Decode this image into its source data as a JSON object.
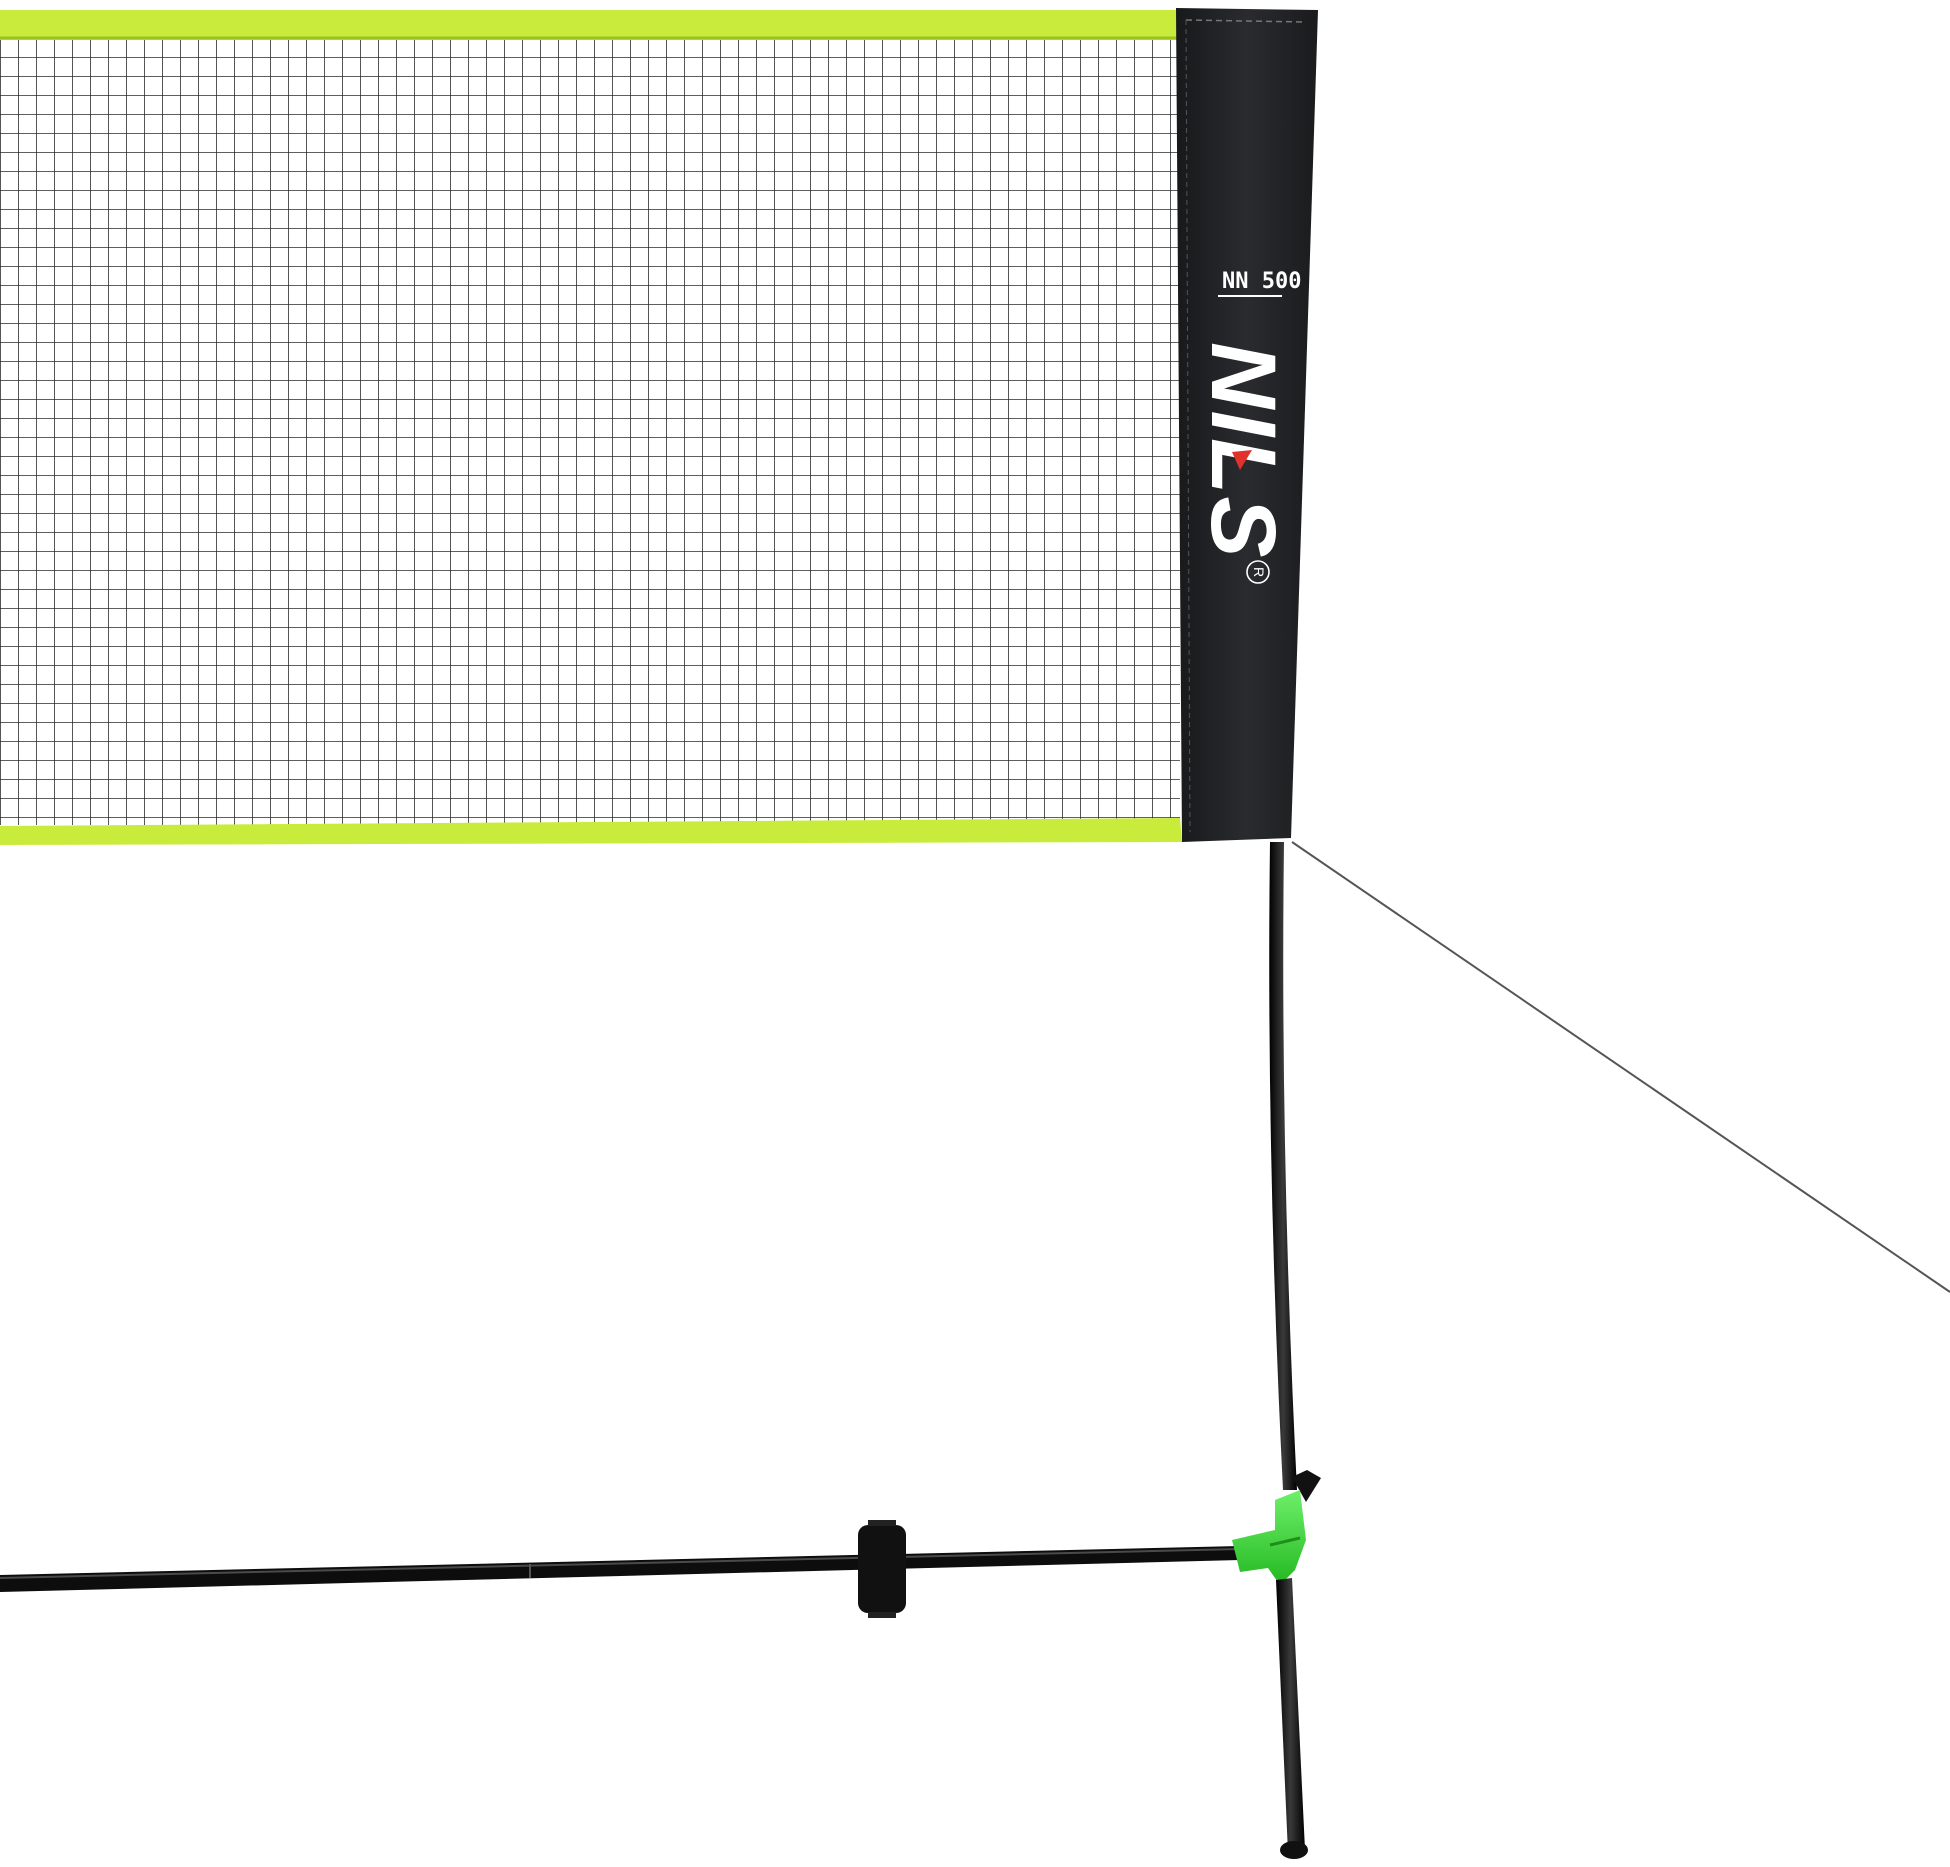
{
  "product": {
    "model_label": "NN 500",
    "brand": "NILS",
    "registered_mark": "R"
  },
  "colors": {
    "background": "#ffffff",
    "net_tape": "#c9ec3c",
    "net_mesh": "#2a2a2a",
    "side_banner": "#1f2022",
    "frame": "#111111",
    "connector": "#3ee23a",
    "accent_red": "#e0312d"
  }
}
